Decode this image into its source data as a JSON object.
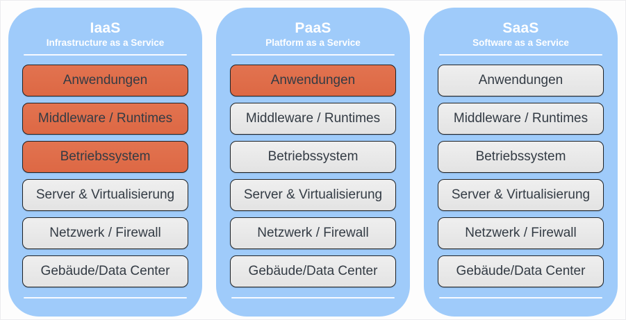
{
  "colors": {
    "panel_blue": "#9fcbfa",
    "user_managed_orange": "#df6b48",
    "provider_managed_gray": "#e9e9e9",
    "box_border": "#1f2225",
    "box_text": "#333b44",
    "header_text": "#ffffff"
  },
  "columns": [
    {
      "id": "iaas",
      "title": "IaaS",
      "subtitle": "Infrastructure as a Service",
      "layers": [
        {
          "label": "Anwendungen",
          "user_managed": true
        },
        {
          "label": "Middleware / Runtimes",
          "user_managed": true
        },
        {
          "label": "Betriebssystem",
          "user_managed": true
        },
        {
          "label": "Server & Virtualisierung",
          "user_managed": false
        },
        {
          "label": "Netzwerk / Firewall",
          "user_managed": false
        },
        {
          "label": "Gebäude/Data Center",
          "user_managed": false
        }
      ]
    },
    {
      "id": "paas",
      "title": "PaaS",
      "subtitle": "Platform as a Service",
      "layers": [
        {
          "label": "Anwendungen",
          "user_managed": true
        },
        {
          "label": "Middleware / Runtimes",
          "user_managed": false
        },
        {
          "label": "Betriebssystem",
          "user_managed": false
        },
        {
          "label": "Server & Virtualisierung",
          "user_managed": false
        },
        {
          "label": "Netzwerk / Firewall",
          "user_managed": false
        },
        {
          "label": "Gebäude/Data Center",
          "user_managed": false
        }
      ]
    },
    {
      "id": "saas",
      "title": "SaaS",
      "subtitle": "Software as a Service",
      "layers": [
        {
          "label": "Anwendungen",
          "user_managed": false
        },
        {
          "label": "Middleware / Runtimes",
          "user_managed": false
        },
        {
          "label": "Betriebssystem",
          "user_managed": false
        },
        {
          "label": "Server & Virtualisierung",
          "user_managed": false
        },
        {
          "label": "Netzwerk / Firewall",
          "user_managed": false
        },
        {
          "label": "Gebäude/Data Center",
          "user_managed": false
        }
      ]
    }
  ]
}
